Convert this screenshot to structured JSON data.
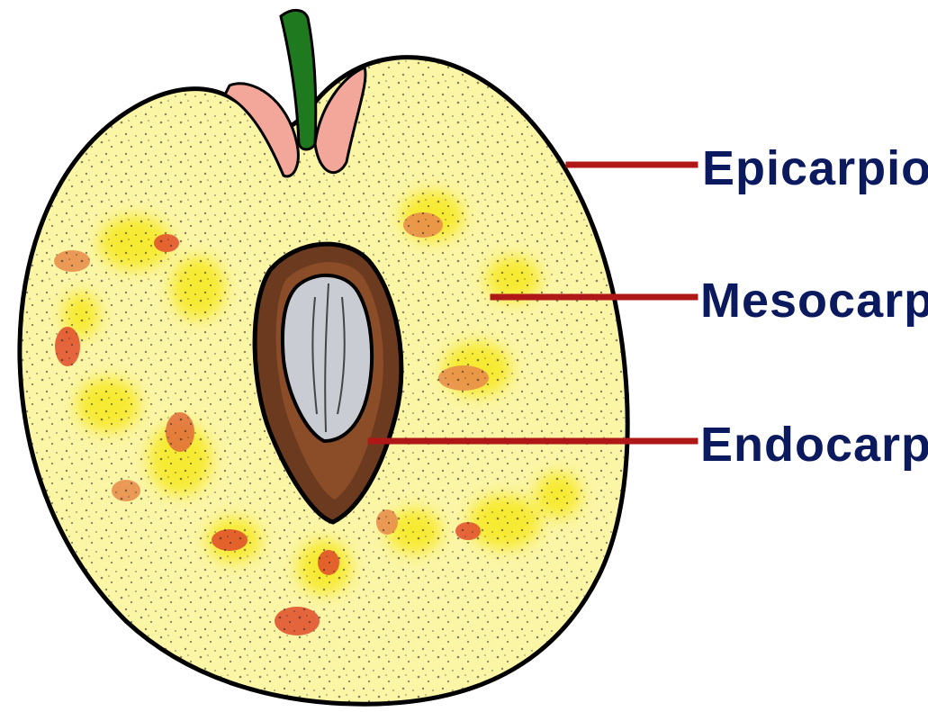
{
  "labels": {
    "epicarp": "Epicarpio",
    "mesocarp": "Mesocarpio",
    "endocarp": "Endocarpio"
  },
  "colors": {
    "flesh": "#fbf5a6",
    "outline": "#000000",
    "stem": "#1f7a1f",
    "skin_pink": "#f2a79a",
    "pit_brown": "#6b3a1f",
    "seed_gray": "#c9ccd3",
    "leader_line": "#b01818",
    "label_text": "#0b1a5e",
    "spot_yellow": "#f7e928",
    "spot_red": "#e04b2a"
  },
  "icons": {
    "fruit": "fruit-cross-section-icon"
  }
}
